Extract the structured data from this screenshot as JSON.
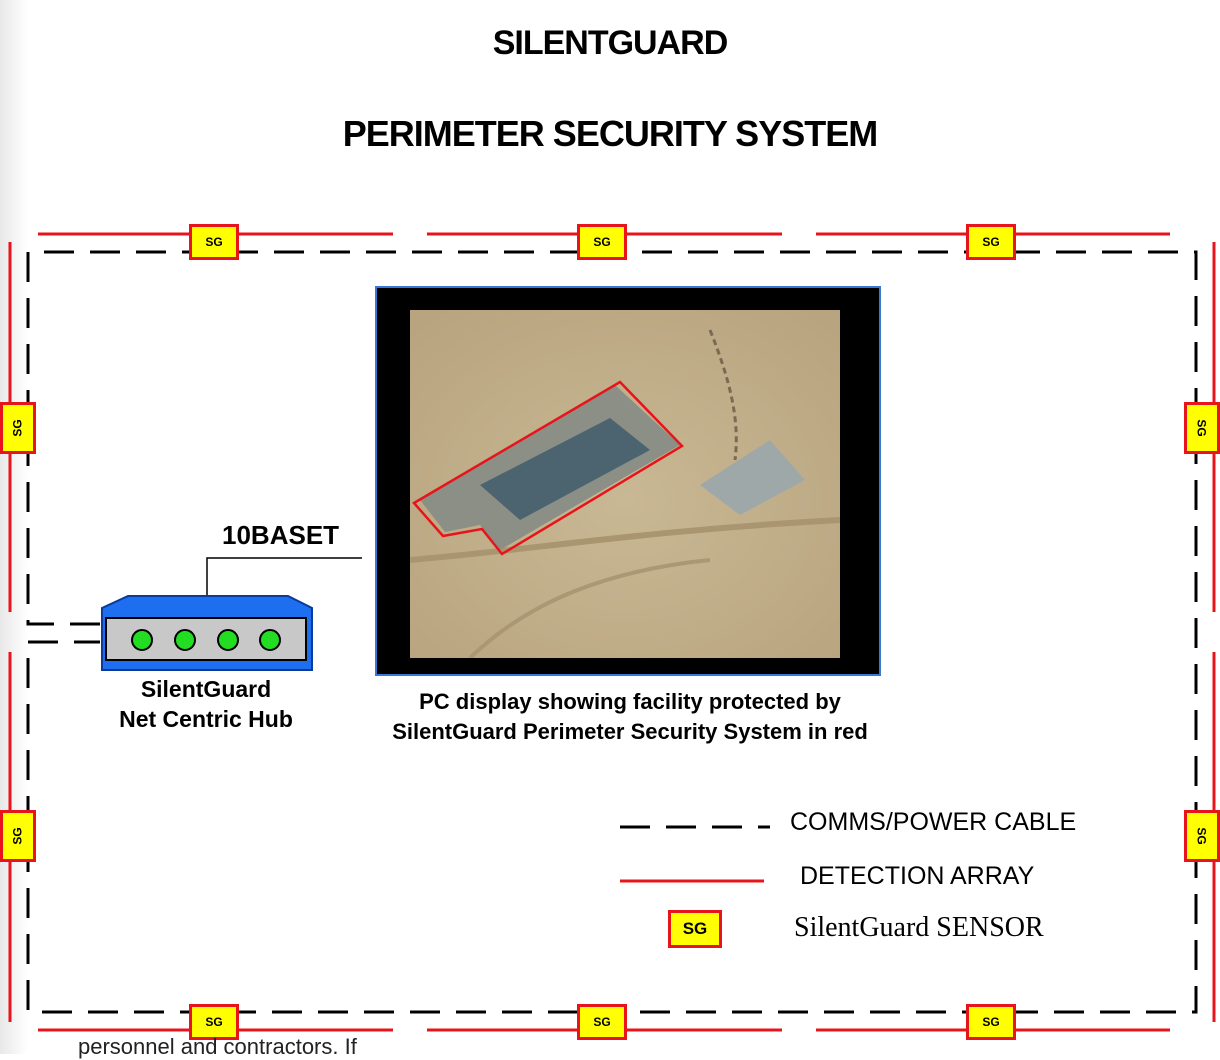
{
  "title": "SILENTGUARD",
  "subtitle": "PERIMETER SECURITY SYSTEM",
  "sensor_label": "SG",
  "hub": {
    "link_label": "10BASET",
    "name_line1": "SilentGuard",
    "name_line2": "Net Centric Hub"
  },
  "display_caption_line1": "PC display showing facility protected by",
  "display_caption_line2": "SilentGuard Perimeter Security System in red",
  "legend": {
    "comms": "COMMS/POWER CABLE",
    "array": "DETECTION ARRAY",
    "sensor": "SilentGuard SENSOR"
  },
  "colors": {
    "detection_array": "#e8141c",
    "sensor_fill": "#ffff00",
    "hub_blue": "#1e6ef0",
    "hub_led": "#22dd22",
    "frame_border": "#3a78d8"
  },
  "footer_fragment": "personnel and contractors. If"
}
